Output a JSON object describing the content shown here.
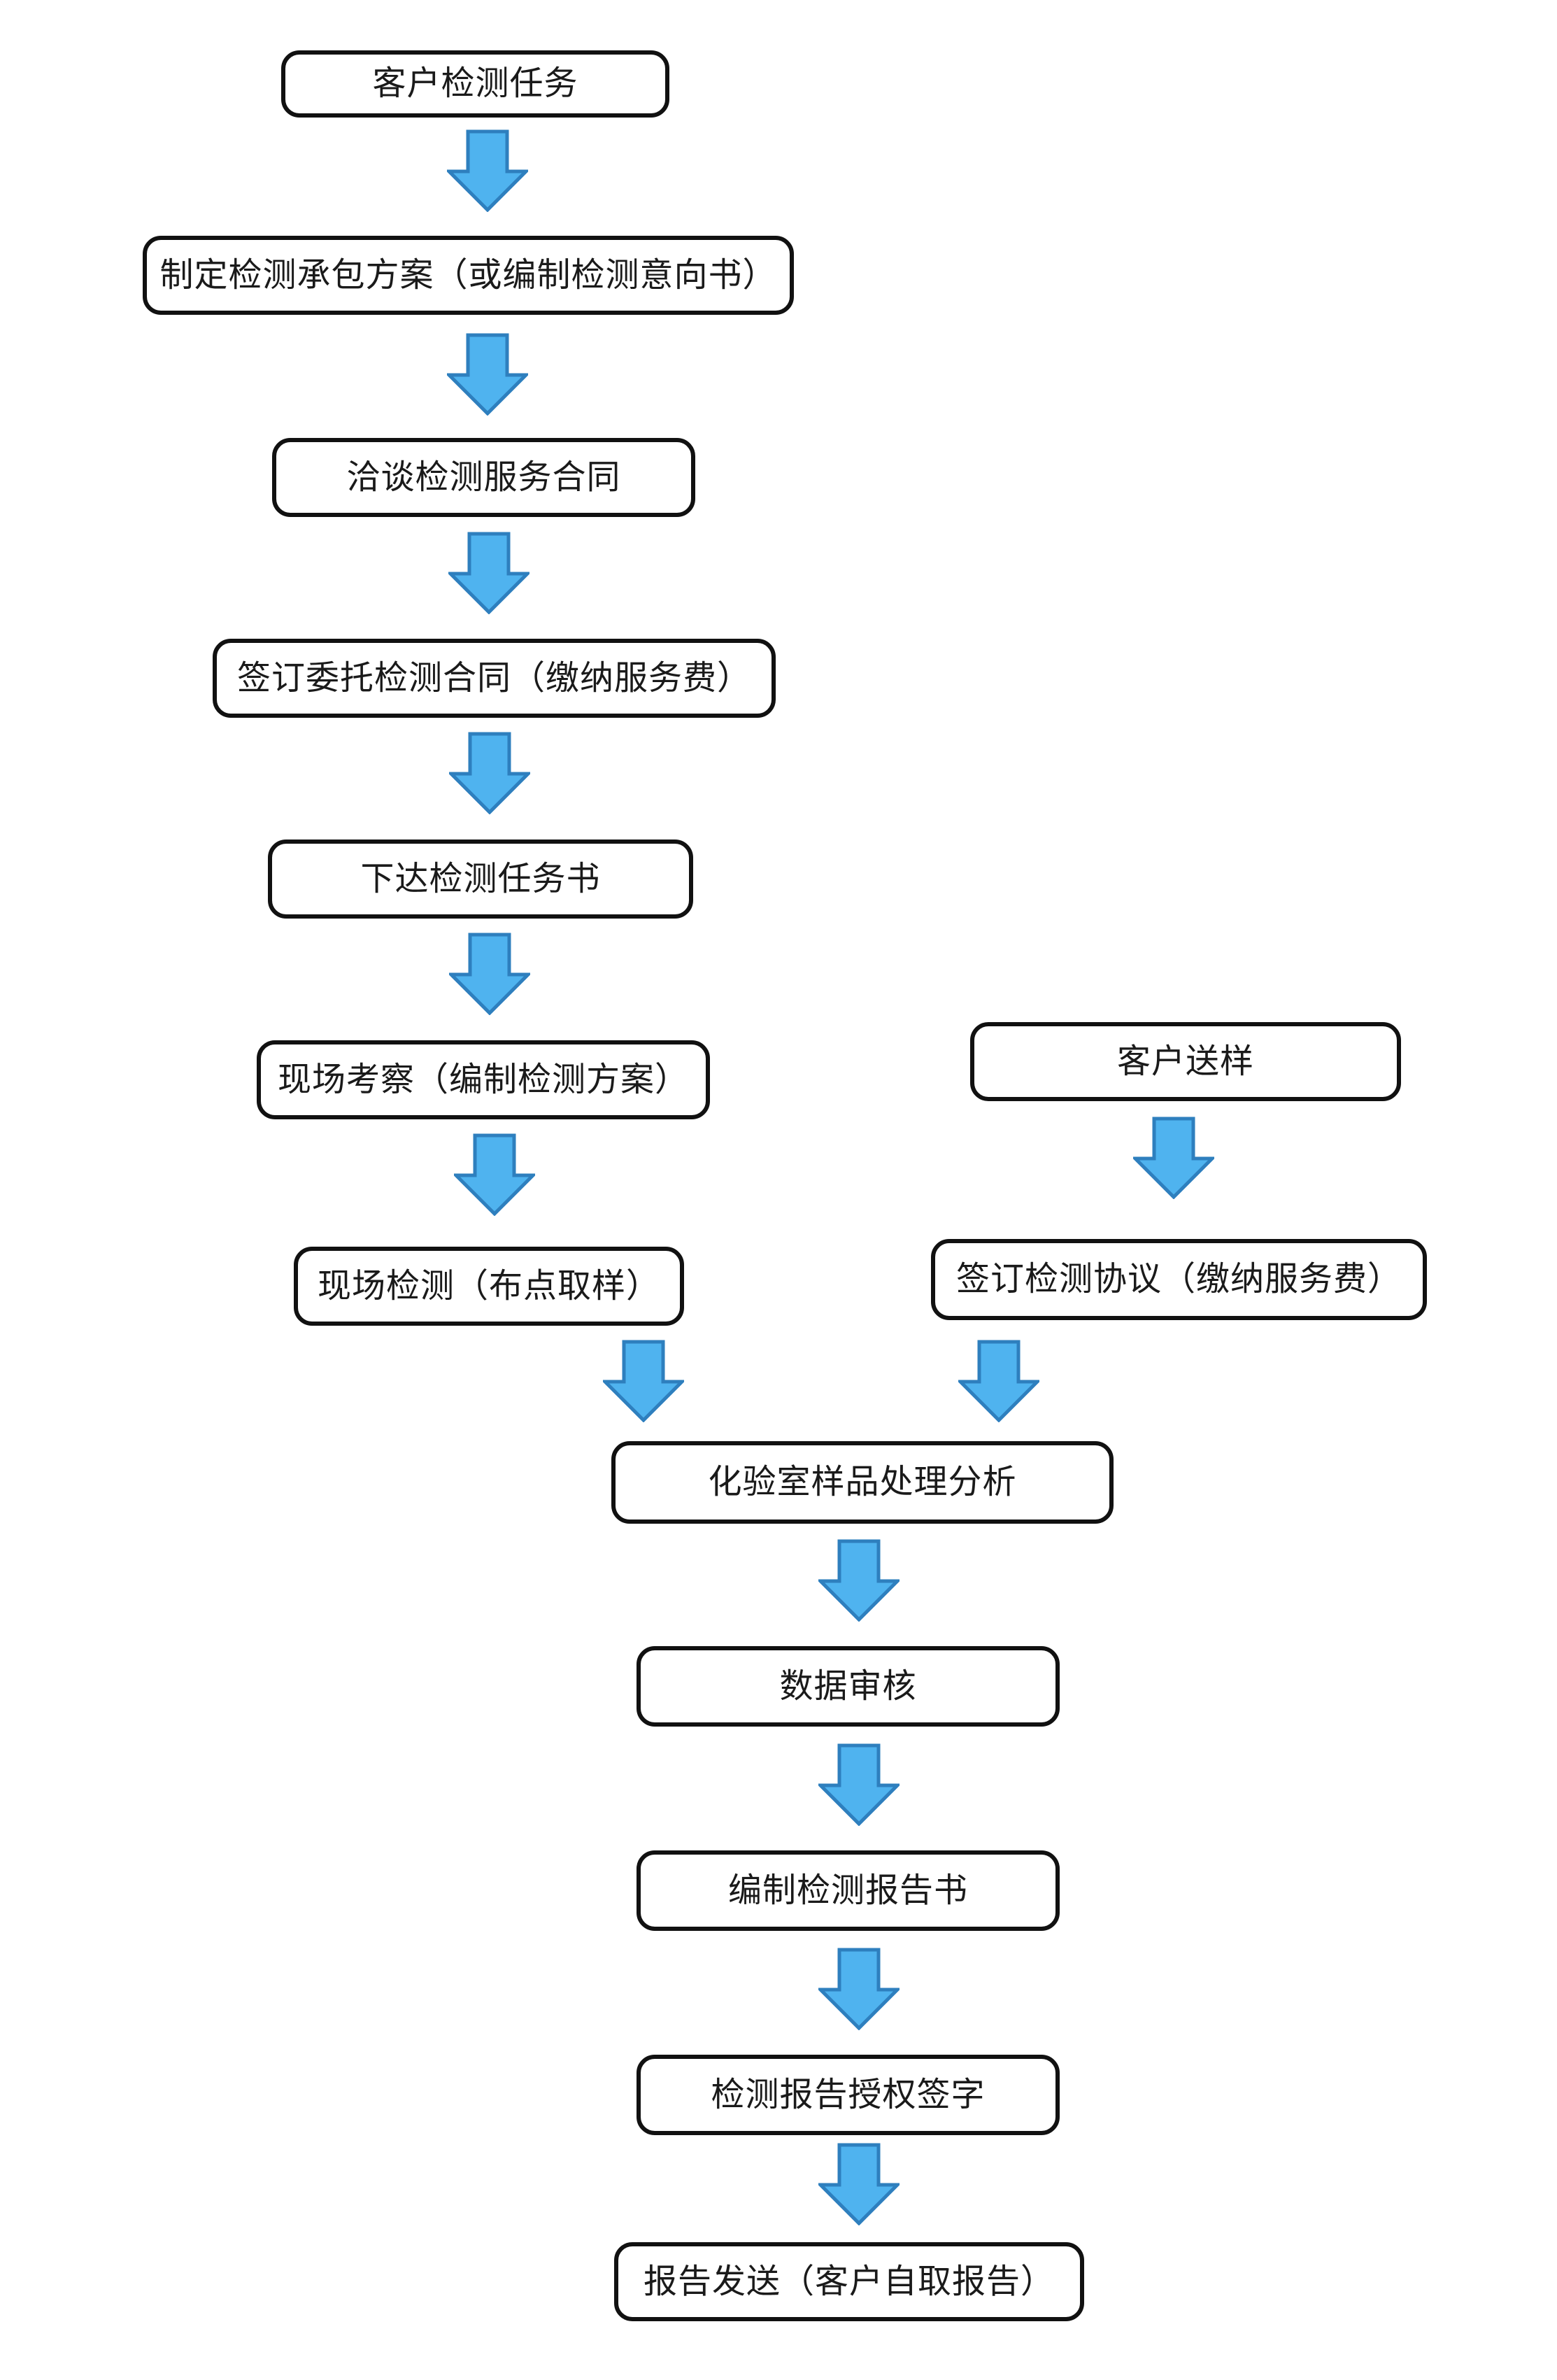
{
  "colors": {
    "page_bg": "#FFFFFF",
    "box_bg": "#FFFFFF",
    "box_border": "#111111",
    "text_color": "#1A1A1A",
    "arrow_fill": "#4FB3EF",
    "arrow_stroke": "#2E7FBE"
  },
  "diagram": {
    "type": "flowchart",
    "nodes": [
      {
        "id": "customer-task",
        "label": "客户检测任务"
      },
      {
        "id": "make-contract-plan",
        "label": "制定检测承包方案（或编制检测意向书）"
      },
      {
        "id": "negotiate-contract",
        "label": "洽谈检测服务合同"
      },
      {
        "id": "sign-entrust-contract",
        "label": "签订委托检测合同（缴纳服务费）"
      },
      {
        "id": "issue-task-order",
        "label": "下达检测任务书"
      },
      {
        "id": "site-survey",
        "label": "现场考察（编制检测方案）"
      },
      {
        "id": "site-testing",
        "label": "现场检测（布点取样）"
      },
      {
        "id": "customer-sample",
        "label": "客户送样"
      },
      {
        "id": "sign-test-agreement",
        "label": "签订检测协议（缴纳服务费）"
      },
      {
        "id": "lab-analysis",
        "label": "化验室样品处理分析"
      },
      {
        "id": "data-review",
        "label": "数据审核"
      },
      {
        "id": "compile-report",
        "label": "编制检测报告书"
      },
      {
        "id": "report-authorize-sign",
        "label": "检测报告授权签字"
      },
      {
        "id": "report-delivery",
        "label": "报告发送（客户自取报告）"
      }
    ],
    "edges": [
      {
        "from": "customer-task",
        "to": "make-contract-plan"
      },
      {
        "from": "make-contract-plan",
        "to": "negotiate-contract"
      },
      {
        "from": "negotiate-contract",
        "to": "sign-entrust-contract"
      },
      {
        "from": "sign-entrust-contract",
        "to": "issue-task-order"
      },
      {
        "from": "issue-task-order",
        "to": "site-survey"
      },
      {
        "from": "site-survey",
        "to": "site-testing"
      },
      {
        "from": "site-testing",
        "to": "lab-analysis"
      },
      {
        "from": "customer-sample",
        "to": "sign-test-agreement"
      },
      {
        "from": "sign-test-agreement",
        "to": "lab-analysis"
      },
      {
        "from": "lab-analysis",
        "to": "data-review"
      },
      {
        "from": "data-review",
        "to": "compile-report"
      },
      {
        "from": "compile-report",
        "to": "report-authorize-sign"
      },
      {
        "from": "report-authorize-sign",
        "to": "report-delivery"
      }
    ]
  }
}
